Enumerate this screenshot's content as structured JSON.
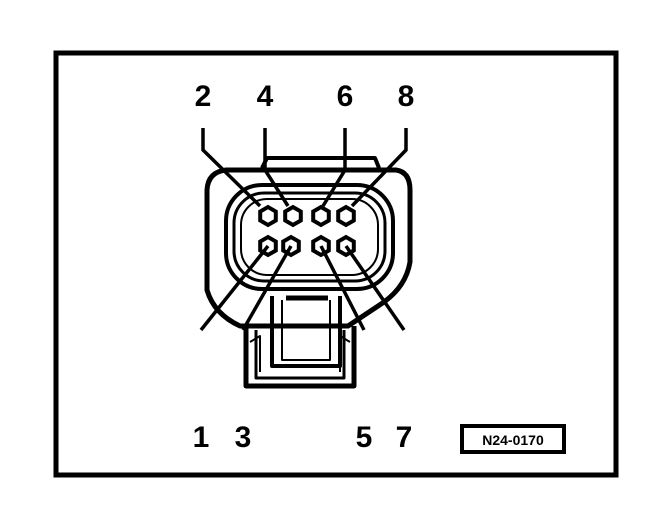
{
  "diagram": {
    "reference_code": "N24-0170",
    "pins": [
      {
        "number": "1"
      },
      {
        "number": "2"
      },
      {
        "number": "3"
      },
      {
        "number": "4"
      },
      {
        "number": "5"
      },
      {
        "number": "6"
      },
      {
        "number": "7"
      },
      {
        "number": "8"
      }
    ],
    "colors": {
      "line": "#000000",
      "background": "#ffffff"
    }
  }
}
